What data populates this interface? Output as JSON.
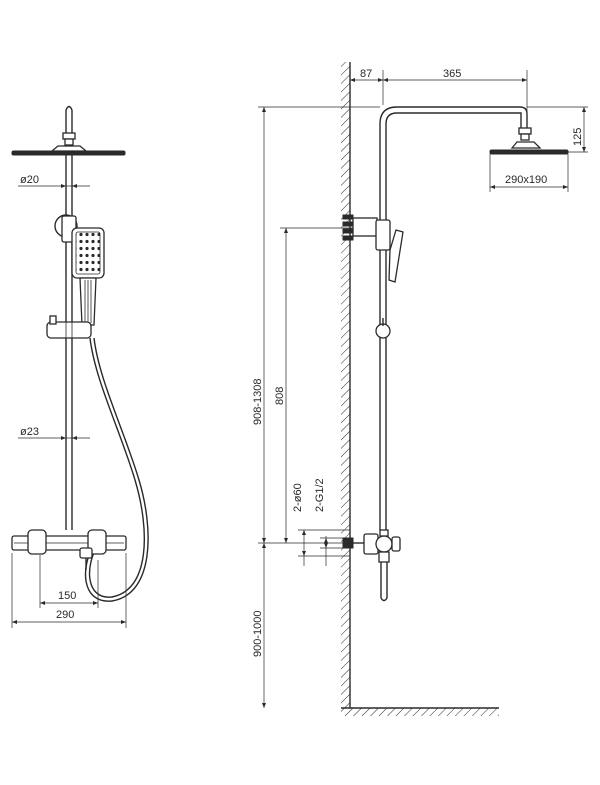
{
  "dimensions": {
    "spout_offset": "87",
    "arm_length": "365",
    "head_drop": "125",
    "head_size": "290x190",
    "rail_diameter_top": "ø20",
    "rail_diameter_bottom": "ø23",
    "mixer_center": "150",
    "mixer_width": "290",
    "total_height": "908-1308",
    "holder_height": "808",
    "outlet_diameter": "2-ø60",
    "thread_size": "2-G1/2",
    "install_height": "900-1000"
  },
  "colors": {
    "line": "#2a2a2a",
    "background": "#ffffff"
  }
}
